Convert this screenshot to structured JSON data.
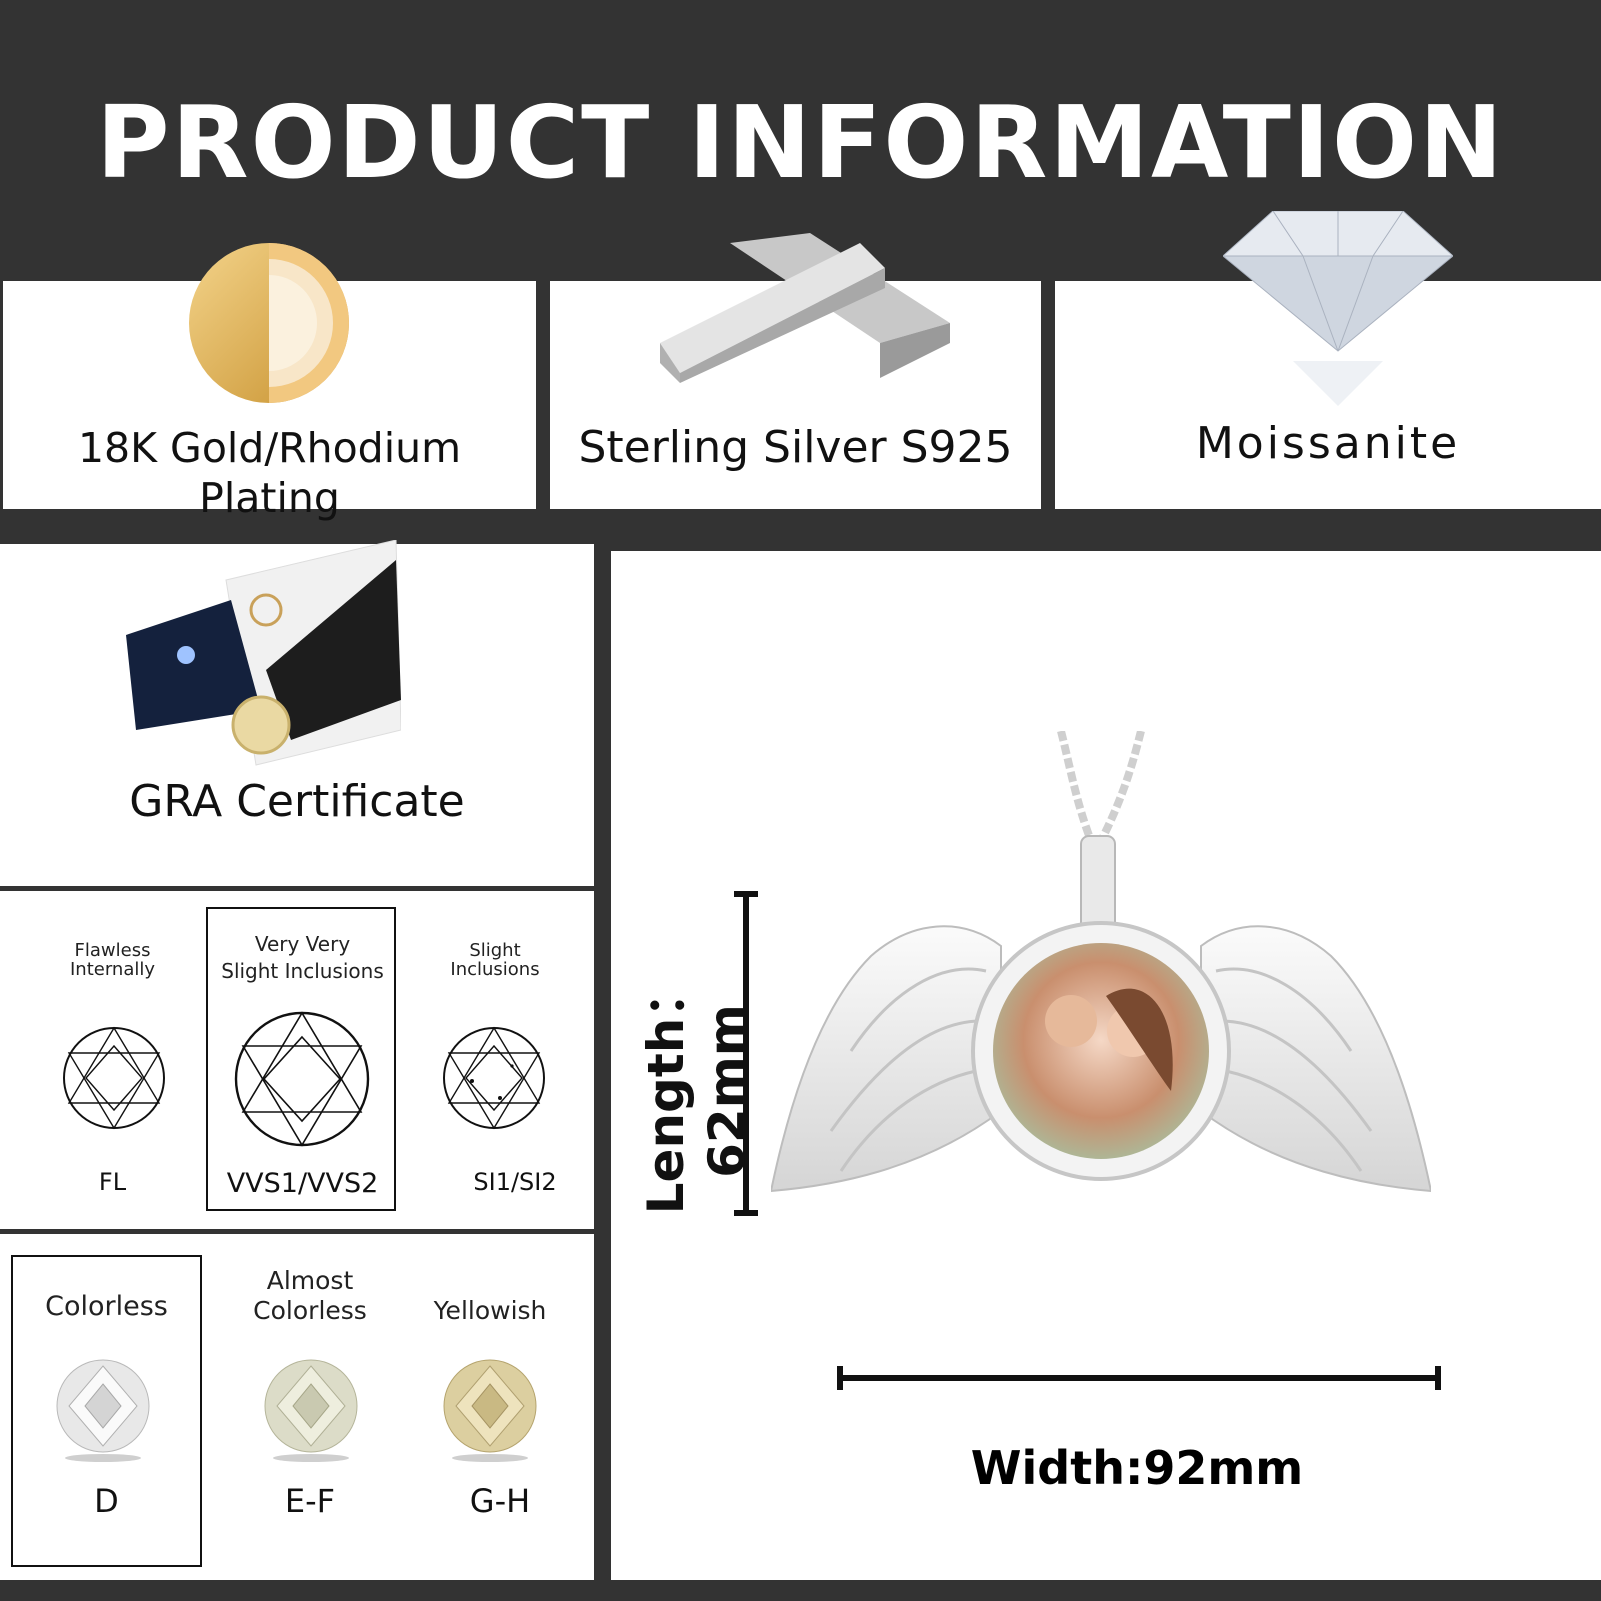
{
  "header": {
    "title": "PRODUCT INFORMATION"
  },
  "features": [
    {
      "label": "18K Gold/Rhodium Plating",
      "icon": "gold-coin-icon"
    },
    {
      "label": "Sterling Silver S925",
      "icon": "silver-bars-icon"
    },
    {
      "label": "Moissanite",
      "icon": "diamond-icon"
    }
  ],
  "certificate": {
    "label": "GRA Certificate",
    "icon": "certificate-card-icon"
  },
  "clarity": [
    {
      "label_line1": "Flawless",
      "label_line2": "Internally",
      "code": "FL"
    },
    {
      "label_line1": "Very Very",
      "label_line2": "Slight Inclusions",
      "code": "VVS1/VVS2"
    },
    {
      "label_line1": "Slight",
      "label_line2": "Inclusions",
      "code": "SI1/SI2"
    }
  ],
  "color_grades": [
    {
      "title_line1": "Colorless",
      "title_line2": "",
      "grade": "D",
      "gem_color": "#e8e8e8"
    },
    {
      "title_line1": "Almost",
      "title_line2": "Colorless",
      "grade": "E-F",
      "gem_color": "#dcdcc8"
    },
    {
      "title_line1": "Yellowish",
      "title_line2": "",
      "grade": "G-H",
      "gem_color": "#dccfa0"
    }
  ],
  "dimensions": {
    "length_label": "Length：62mm",
    "width_label": "Width:92mm"
  },
  "colors": {
    "background": "#333333",
    "panel": "#ffffff",
    "gold": "#d9a850",
    "text": "#111111"
  }
}
